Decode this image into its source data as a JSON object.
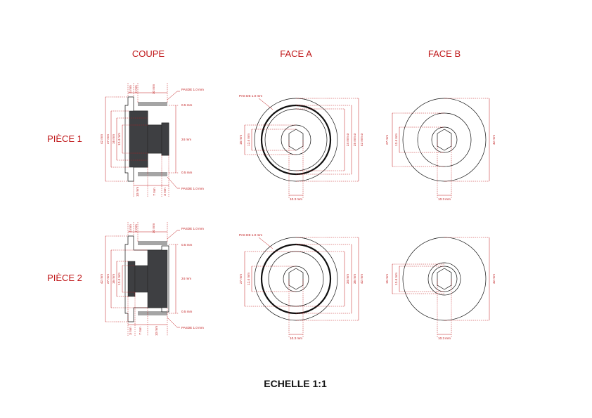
{
  "headers": {
    "coupe": "COUPE",
    "face_a": "FACE A",
    "face_b": "FACE B"
  },
  "rows": {
    "piece1": "PIÈCE 1",
    "piece2": "PIÈCE 2"
  },
  "footer": {
    "scale": "ECHELLE 1:1"
  },
  "dims": {
    "pasde_1mm": "PASDE 1.0 mm",
    "pas_de_1mm": "PAS DE 1.0 mm",
    "d_0_5": "0.5 mm",
    "d_2": "2 mm",
    "d_3": "3 mm",
    "d_4": "4 mm",
    "d_7": "7 mm",
    "d_10": "10 mm",
    "d_10_3": "10.3 mm",
    "d_12_4": "12.4 mm",
    "d_15": "15 mm",
    "d_16": "16 mm",
    "d_24": "24 mm",
    "d_24_o": "24 mm ø",
    "d_25_o": "25 mm ø",
    "d_27": "27 mm",
    "d_34": "34 mm",
    "d_35": "35 mm",
    "d_42": "42 mm",
    "d_42_o": "42 mm ø"
  },
  "colors": {
    "dimension": "#c0191b",
    "outline": "#111111",
    "section_fill": "#3e3f42"
  }
}
